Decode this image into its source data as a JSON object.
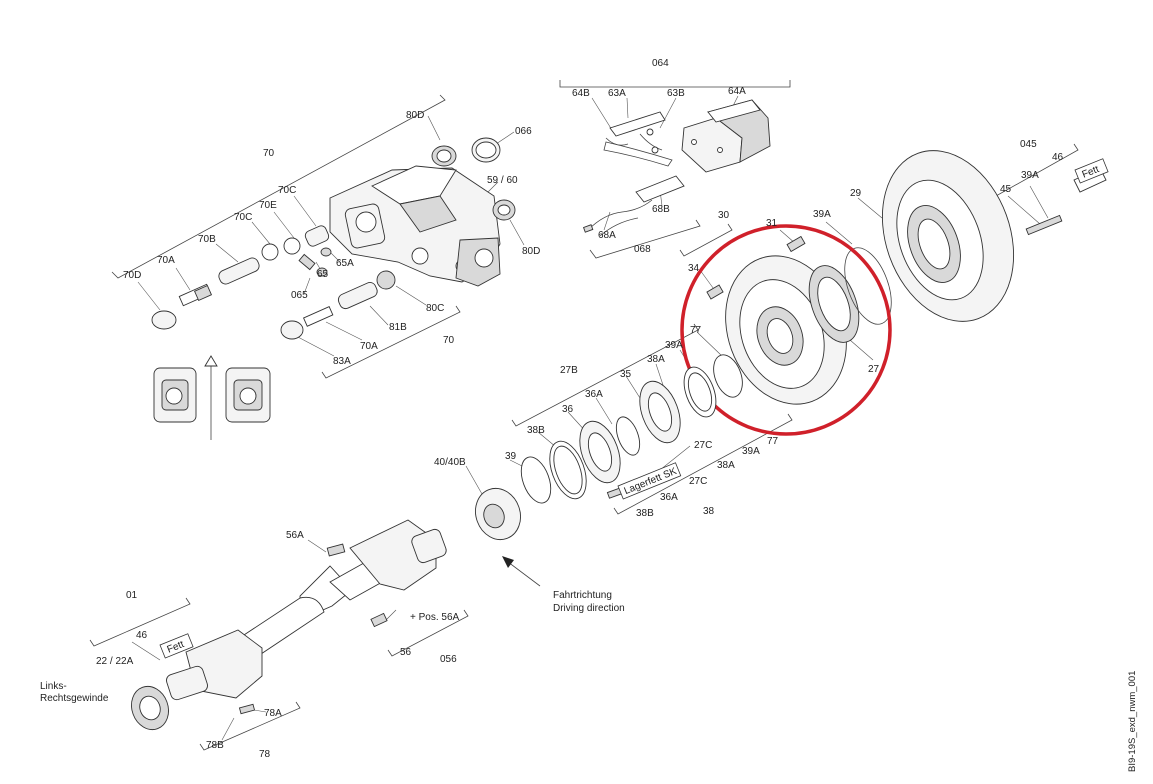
{
  "labels": {
    "064": "064",
    "64B": "64B",
    "63A": "63A",
    "63B": "63B",
    "64A": "64A",
    "68A": "68A",
    "68B": "68B",
    "068": "068",
    "80D_top": "80D",
    "066": "066",
    "70_top": "70",
    "70C_a": "70C",
    "70E": "70E",
    "70C_b": "70C",
    "70B": "70B",
    "70D": "70D",
    "70A_top": "70A",
    "59_60": "59 /  60",
    "80D_right": "80D",
    "65A": "65A",
    "65": "65",
    "065": "065",
    "80C": "80C",
    "81B": "81B",
    "70A_bottom": "70A",
    "83A": "83A",
    "70_bottom": "70",
    "045": "045",
    "46_top": "46",
    "39A_top": "39A",
    "45": "45",
    "29": "29",
    "39A_mid": "39A",
    "30": "30",
    "31": "31",
    "34": "34",
    "27": "27",
    "77_top": "77",
    "39A_left": "39A",
    "38A_top": "38A",
    "35": "35",
    "27B": "27B",
    "36A_top": "36A",
    "36": "36",
    "38B_top": "38B",
    "39": "39",
    "40_40B": "40/40B",
    "27C_top": "27C",
    "39A_right": "39A",
    "77_right": "77",
    "38A_right": "38A",
    "27C_bottom": "27C",
    "36A_bottom": "36A",
    "38B_bottom": "38B",
    "38": "38",
    "56A": "56A",
    "pos56A": "+ Pos. 56A",
    "56": "56",
    "056": "056",
    "01": "01",
    "46_bottom": "46",
    "22_22A": "22 / 22A",
    "78A": "78A",
    "78B": "78B",
    "78": "78"
  },
  "tags": {
    "fett_top": "Fett",
    "fett_bottom": "Fett",
    "lagerfett": "Lagerfett SK"
  },
  "notes": {
    "direction_de": "Fahrtrichtung",
    "direction_en": "Driving direction",
    "thread_line1": "Links-",
    "thread_line2": "Rechtsgewinde",
    "drawing_id": "BI9-19S_exd_nwm_001"
  },
  "colors": {
    "highlight_circle": "#d0202a",
    "line": "#333333",
    "background": "#ffffff"
  }
}
